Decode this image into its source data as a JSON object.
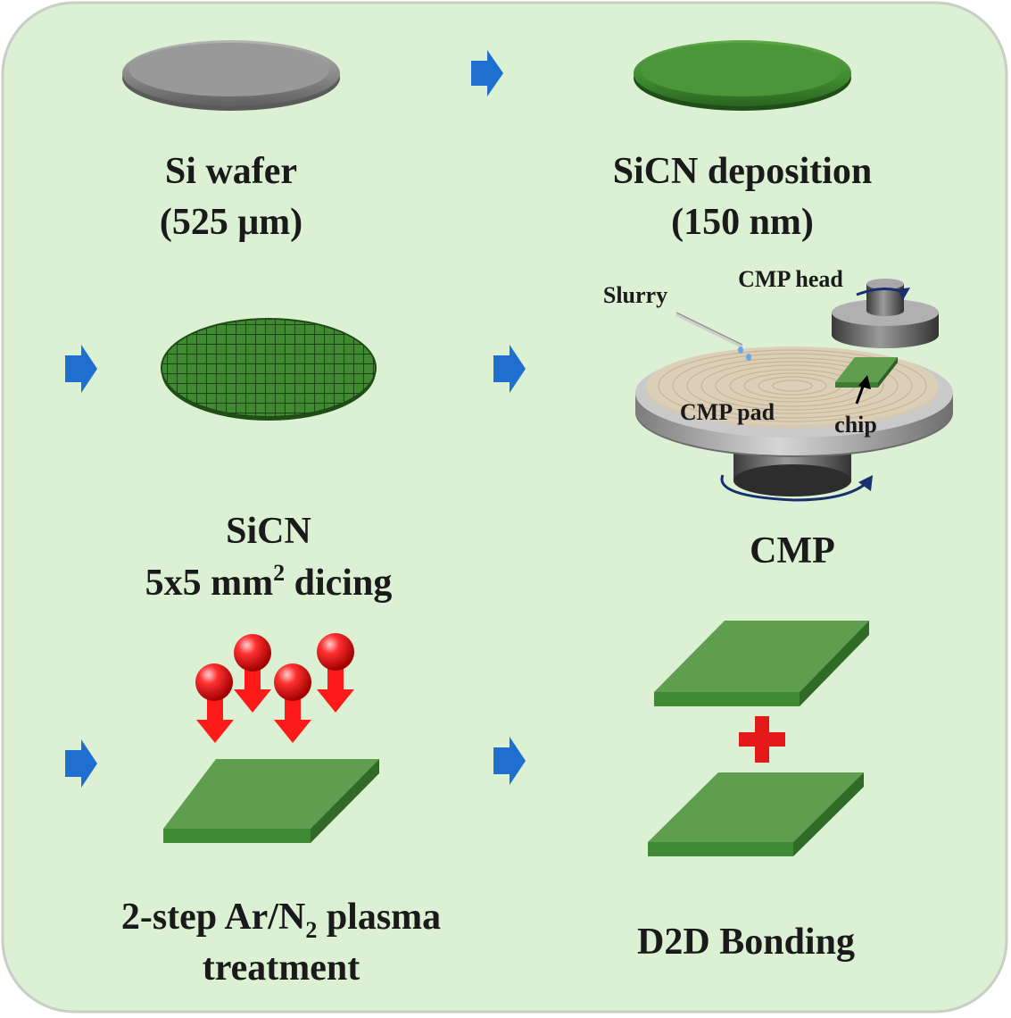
{
  "colors": {
    "panel_bg": "#dcf0d4",
    "panel_border": "#c7cfc4",
    "arrow_blue": "#1e6fd0",
    "green_face": "#5f9e4f",
    "green_side": "#3f7a33",
    "ion_red": "#ee1111",
    "plus_red": "#e41a1a",
    "wafer_gray": "#8f8f8f",
    "pad_beige": "#dccfb8",
    "rotation_arrow": "#17306e"
  },
  "icons": {
    "flow_arrow": "right-arrow-icon",
    "ion": "ion-sphere-icon",
    "plus": "plus-icon",
    "rotate": "rotation-arrow-icon"
  },
  "steps": {
    "si_wafer": {
      "line1": "Si wafer",
      "line2": "(525 μm)"
    },
    "sicn_deposition": {
      "line1": "SiCN deposition",
      "line2": "(150 nm)"
    },
    "dicing": {
      "line1": "SiCN",
      "line2_main": "5x5 mm",
      "line2_sup": "2",
      "line2_tail": " dicing"
    },
    "cmp": {
      "title": "CMP",
      "labels": {
        "slurry": "Slurry",
        "cmp_head": "CMP head",
        "cmp_pad": "CMP pad",
        "chip": "chip"
      }
    },
    "plasma": {
      "line1_main": "2-step Ar/N",
      "line1_sub": "2",
      "line1_tail": " plasma",
      "line2": "treatment"
    },
    "bonding": {
      "title": "D2D Bonding"
    }
  }
}
